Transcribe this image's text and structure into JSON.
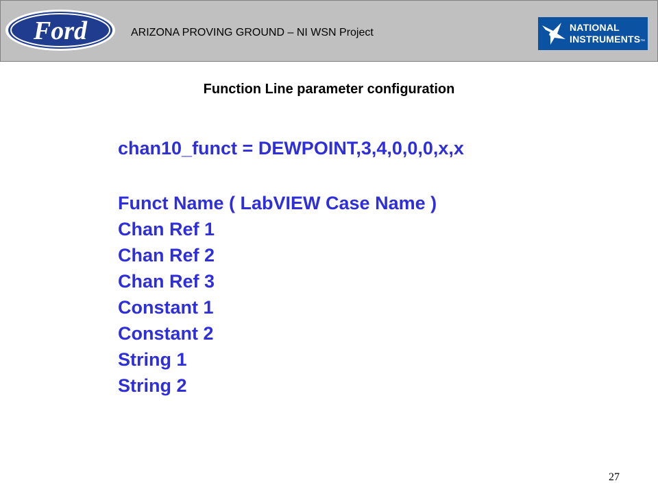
{
  "header": {
    "title": "ARIZONA PROVING GROUND – NI WSN Project",
    "ford_logo_text": "Ford",
    "ni_logo_line1": "NATIONAL",
    "ni_logo_line2": "INSTRUMENTS",
    "ni_logo_tm": "™"
  },
  "slide": {
    "subtitle": "Function Line parameter configuration",
    "config_line": "chan10_funct = DEWPOINT,3,4,0,0,0,x,x",
    "params": [
      "Funct Name ( LabVIEW Case Name )",
      "Chan Ref 1",
      "Chan Ref 2",
      "Chan Ref 3",
      "Constant 1",
      "Constant 2",
      "String 1",
      "String 2"
    ],
    "page_number": "27"
  },
  "colors": {
    "header_bg": "#c0c0c0",
    "ford_blue": "#1f3c8f",
    "ni_blue": "#0b52a3",
    "text_blue": "#2e2edb"
  }
}
